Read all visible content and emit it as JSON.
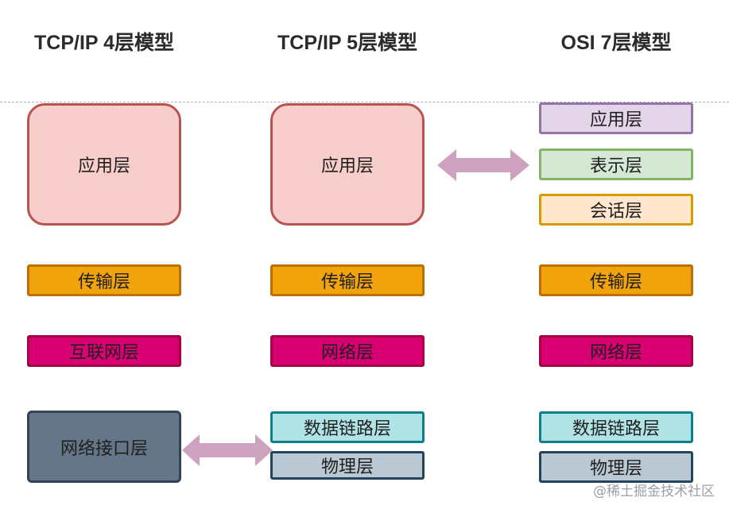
{
  "titles": {
    "tcpip4": "TCP/IP 4层模型",
    "tcpip5": "TCP/IP 5层模型",
    "osi7": "OSI 7层模型"
  },
  "tcpip4": {
    "application": "应用层",
    "transport": "传输层",
    "internet": "互联网层",
    "network_interface": "网络接口层"
  },
  "tcpip5": {
    "application": "应用层",
    "transport": "传输层",
    "network": "网络层",
    "data_link": "数据链路层",
    "physical": "物理层"
  },
  "osi7": {
    "application": "应用层",
    "presentation": "表示层",
    "session": "会话层",
    "transport": "传输层",
    "network": "网络层",
    "data_link": "数据链路层",
    "physical": "物理层"
  },
  "colors": {
    "application": "#f8cecc",
    "transport": "#f0a30a",
    "network": "#d80073",
    "network_interface": "#647687",
    "data_link": "#b0e3e6",
    "physical": "#bac8d3",
    "osi_application": "#e1d5e7",
    "osi_presentation": "#d5e8d4",
    "osi_session": "#ffe6cc",
    "arrow": "#cda2be"
  },
  "watermark": "@稀土掘金技术社区"
}
